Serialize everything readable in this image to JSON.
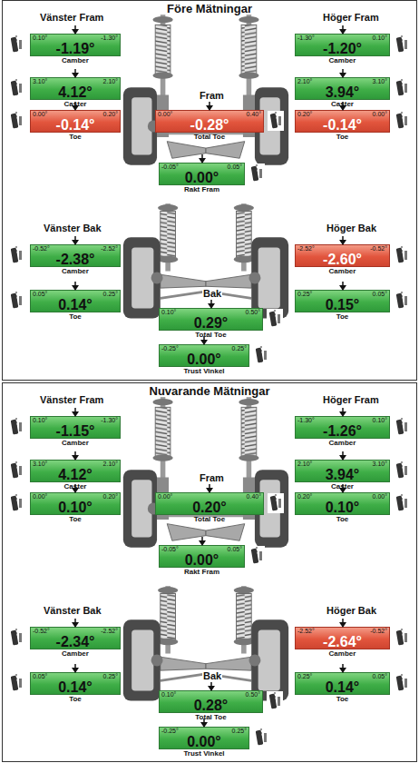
{
  "diagram": {
    "nodes": [
      {
        "text": [
          "Före Mätningar"
        ]
      },
      {
        "text": [
          "0.10°",
          "-1.30°",
          "-1.19°",
          "Camber"
        ],
        "in": 0
      },
      {
        "text": [
          "3.10°",
          "2.10°",
          "4.12°",
          "Caster"
        ],
        "in": 0
      },
      {
        "text": [
          "0.00°",
          "0.20°",
          "-0.14°",
          "Toe"
        ],
        "in": 0
      },
      {
        "text": [
          "-1.30°",
          "0.10°",
          "-1.20°",
          "Camber"
        ],
        "in": 0
      },
      {
        "text": [
          "2.10°",
          "3.10°",
          "3.94°",
          "Caster"
        ],
        "in": 0
      },
      {
        "text": [
          "0.20°",
          "0.00°",
          "-0.14°",
          "Toe"
        ],
        "in": 0
      },
      {
        "text": [
          "0.00°",
          "0.40°",
          "-0.28°",
          "Total Toe"
        ],
        "in": 0
      },
      {
        "text": [
          "-0.05°",
          "0.05°",
          "0.00°",
          "Rakt Fram"
        ],
        "in": 0
      },
      {
        "text": [
          "-0.52°",
          "-2.52°",
          "-2.38°",
          "Camber"
        ],
        "in": 0
      },
      {
        "text": [
          "0.05°",
          "0.25°",
          "0.14°",
          "Toe"
        ],
        "in": 0
      },
      {
        "text": [
          "-2.52°",
          "-0.52°",
          "-2.60°",
          "Camber"
        ],
        "in": 0
      },
      {
        "text": [
          "0.25°",
          "0.05°",
          "0.15°",
          "Toe"
        ],
        "in": 0
      },
      {
        "text": [
          "0.10°",
          "0.50°",
          "0.29°",
          "Total Toe"
        ],
        "in": 0
      },
      {
        "text": [
          "-0.25°",
          "0.25°",
          "0.00°",
          "Trust Vinkel"
        ],
        "in": 0
      },
      {
        "text": [
          "Nuvarande Mätningar"
        ]
      },
      {
        "text": [
          "0.10°",
          "-1.30°",
          "-1.15°",
          "Camber"
        ],
        "in": 15
      },
      {
        "text": [
          "3.10°",
          "2.10°",
          "4.12°",
          "Caster"
        ],
        "in": 15
      },
      {
        "text": [
          "0.00°",
          "0.20°",
          "0.10°",
          "Toe"
        ],
        "in": 15
      },
      {
        "text": [
          "-1.30°",
          "0.10°",
          "-1.26°",
          "Camber"
        ],
        "in": 15
      },
      {
        "text": [
          "2.10°",
          "3.10°",
          "3.94°",
          "Caster"
        ],
        "in": 15
      },
      {
        "text": [
          "0.20°",
          "0.00°",
          "0.10°",
          "Toe"
        ],
        "in": 15
      },
      {
        "text": [
          "0.00°",
          "0.40°",
          "0.20°",
          "Total Toe"
        ],
        "in": 15
      },
      {
        "text": [
          "-0.05°",
          "0.05°",
          "0.00°",
          "Rakt Fram"
        ],
        "in": 15
      },
      {
        "text": [
          "-0.52°",
          "-2.52°",
          "-2.34°",
          "Camber"
        ],
        "in": 15
      },
      {
        "text": [
          "0.05°",
          "0.25°",
          "0.14°",
          "Toe"
        ],
        "in": 15
      },
      {
        "text": [
          "-2.52°",
          "-0.52°",
          "-2.64°",
          "Camber"
        ],
        "in": 15
      },
      {
        "text": [
          "0.25°",
          "0.05°",
          "0.14°",
          "Toe"
        ],
        "in": 15
      },
      {
        "text": [
          "0.10°",
          "0.50°",
          "0.28°",
          "Total Toe"
        ],
        "in": 15
      },
      {
        "text": [
          "-0.25°",
          "0.25°",
          "0.00°",
          "Trust Vinkel"
        ],
        "in": 15
      }
    ],
    "labels": [
      "Vänster Fram",
      "Höger Fram",
      "Fram",
      "Vänster Bak",
      "Höger Bak",
      "Bak",
      "Vänster Fram",
      "Höger Fram",
      "Fram",
      "Vänster Bak",
      "Höger Bak",
      "Bak"
    ]
  }
}
